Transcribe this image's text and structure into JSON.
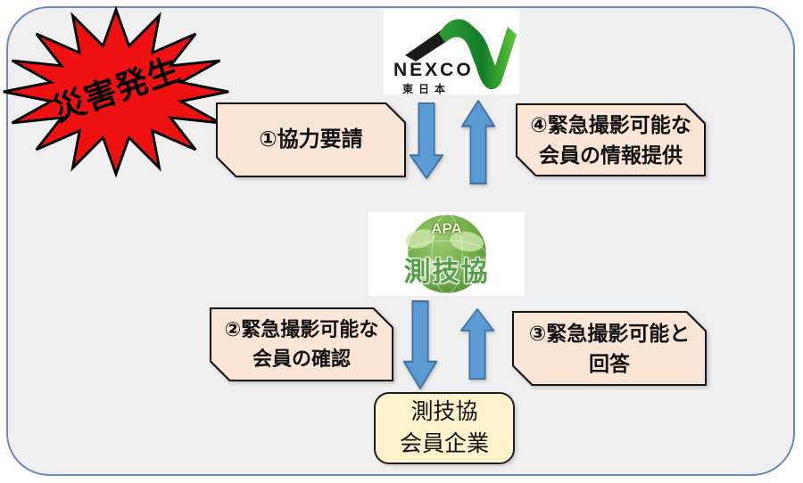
{
  "colors": {
    "frame_background": "#efefef",
    "frame_border": "#6b8cba",
    "burst_red": "#ee1111",
    "arrow_fill": "#5b9bd5",
    "arrow_border": "#41719c",
    "request_box_fill": "#fbe5d6",
    "member_box_fill": "#fff2cc",
    "nexco_green": "#2f9e33",
    "apa_green": "#53a043"
  },
  "burst": {
    "label": "災害発生"
  },
  "nexco": {
    "brand": "NEXCO",
    "region": "東日本"
  },
  "apa": {
    "acronym": "APA",
    "short_name": "測技協"
  },
  "steps": {
    "s1": {
      "line1": "①協力要請",
      "line2": ""
    },
    "s2": {
      "line1": "②緊急撮影可能な",
      "line2": "会員の確認"
    },
    "s3": {
      "line1": "③緊急撮影可能と",
      "line2": "回答"
    },
    "s4": {
      "line1": "④緊急撮影可能な",
      "line2": "会員の情報提供"
    }
  },
  "member": {
    "line1": "測技協",
    "line2": "会員企業"
  },
  "icons": {
    "burst": "explosion-starburst",
    "nexco_logo": "nexco-swoosh",
    "apa_logo": "apa-globe",
    "flow_arrows": [
      "arrow-down",
      "arrow-up",
      "arrow-down",
      "arrow-up"
    ]
  }
}
